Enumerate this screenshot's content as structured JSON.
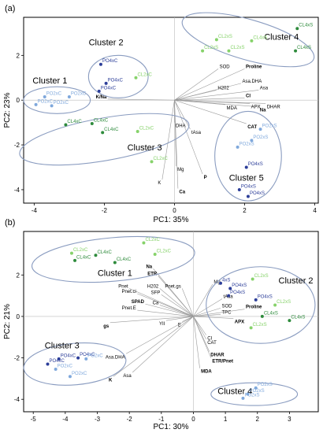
{
  "colors": {
    "dark_green": "#2e8b3c",
    "light_green": "#86d26a",
    "dark_blue": "#2c3e99",
    "light_blue": "#7fa8dc",
    "ellipse": "#8a9cc0",
    "loading": "#9a9a9a"
  },
  "chart_data": [
    {
      "type": "scatter",
      "panel_label": "(a)",
      "xlabel": "PC1: 35%",
      "ylabel": "PC2: 23%",
      "xlim": [
        -4.3,
        4.1
      ],
      "ylim": [
        -4.6,
        3.7
      ],
      "xticks": [
        -4,
        -2,
        0,
        2,
        4
      ],
      "yticks": [
        -4,
        -2,
        0,
        2
      ],
      "grid": false,
      "points": [
        {
          "x": 3.5,
          "y": 3.2,
          "label": "CL4xS",
          "color": "dark_green"
        },
        {
          "x": 3.45,
          "y": 2.2,
          "label": "CL4xS",
          "color": "dark_green"
        },
        {
          "x": 2.2,
          "y": 2.65,
          "label": "CL4xS",
          "color": "light_green"
        },
        {
          "x": 1.2,
          "y": 2.7,
          "label": "CL2xS",
          "color": "light_green"
        },
        {
          "x": 1.55,
          "y": 2.2,
          "label": "CL2xS",
          "color": "light_green"
        },
        {
          "x": 0.8,
          "y": 2.2,
          "label": "CL2xS",
          "color": "light_green"
        },
        {
          "x": -2.1,
          "y": 1.6,
          "label": "PO4xC",
          "color": "dark_blue"
        },
        {
          "x": -1.95,
          "y": 0.75,
          "label": "PO4xC",
          "color": "dark_blue"
        },
        {
          "x": -2.15,
          "y": 0.4,
          "label": "PO4xC",
          "color": "dark_blue"
        },
        {
          "x": -1.1,
          "y": 1.0,
          "label": "CL2xC",
          "color": "light_green"
        },
        {
          "x": -3.7,
          "y": 0.15,
          "label": "PO2xC",
          "color": "light_blue"
        },
        {
          "x": -3.95,
          "y": -0.2,
          "label": "PO2xC",
          "color": "light_blue"
        },
        {
          "x": -3.5,
          "y": -0.25,
          "label": "PO2xC",
          "color": "light_blue"
        },
        {
          "x": -3.0,
          "y": 0.15,
          "label": "PO2xC",
          "color": "light_blue"
        },
        {
          "x": -3.1,
          "y": -1.1,
          "label": "CL4xC",
          "color": "dark_green"
        },
        {
          "x": -2.35,
          "y": -1.05,
          "label": "CL4xC",
          "color": "dark_green"
        },
        {
          "x": -2.05,
          "y": -1.45,
          "label": "CL4xC",
          "color": "dark_green"
        },
        {
          "x": -1.05,
          "y": -1.4,
          "label": "CL2xC",
          "color": "light_green"
        },
        {
          "x": -0.65,
          "y": -2.75,
          "label": "CL2xC",
          "color": "light_green"
        },
        {
          "x": 2.45,
          "y": -1.3,
          "label": "PO2xS",
          "color": "light_blue"
        },
        {
          "x": 2.2,
          "y": -1.8,
          "label": "PO2xS",
          "color": "light_blue"
        },
        {
          "x": 1.8,
          "y": -2.1,
          "label": "PO2xS",
          "color": "light_blue"
        },
        {
          "x": 2.05,
          "y": -3.0,
          "label": "PO4xS",
          "color": "dark_blue"
        },
        {
          "x": 2.1,
          "y": -4.3,
          "label": "PO4xS",
          "color": "dark_blue"
        },
        {
          "x": 1.85,
          "y": -4.0,
          "label": "PO4xS",
          "color": "dark_blue"
        }
      ],
      "loadings": [
        {
          "x": 1.25,
          "y": 1.4,
          "label": "SOD",
          "bold": false
        },
        {
          "x": 2.0,
          "y": 1.4,
          "label": "Proline",
          "bold": true
        },
        {
          "x": 1.9,
          "y": 0.75,
          "label": "Asa.DHA",
          "bold": false
        },
        {
          "x": 2.4,
          "y": 0.45,
          "label": "Asa",
          "bold": false
        },
        {
          "x": 1.2,
          "y": 0.45,
          "label": "H202",
          "bold": false
        },
        {
          "x": 2.0,
          "y": 0.1,
          "label": "CI",
          "bold": true
        },
        {
          "x": 2.15,
          "y": -0.15,
          "label": "APX",
          "bold": false
        },
        {
          "x": 1.45,
          "y": -0.2,
          "label": "MDA",
          "bold": false
        },
        {
          "x": 2.4,
          "y": -0.3,
          "label": "Na",
          "bold": true
        },
        {
          "x": 2.6,
          "y": -0.15,
          "label": "DHAR",
          "bold": false
        },
        {
          "x": 2.05,
          "y": -1.05,
          "label": "CAT",
          "bold": true
        },
        {
          "x": -1.9,
          "y": 0.05,
          "label": "K/Na",
          "bold": true
        },
        {
          "x": 0.0,
          "y": -1.0,
          "label": "DHA",
          "bold": false
        },
        {
          "x": 0.45,
          "y": -1.3,
          "label": "tAsa",
          "bold": false
        },
        {
          "x": 0.05,
          "y": -2.95,
          "label": "Mg",
          "bold": false
        },
        {
          "x": 0.8,
          "y": -3.3,
          "label": "P",
          "bold": true
        },
        {
          "x": -0.35,
          "y": -3.55,
          "label": "K",
          "bold": false
        },
        {
          "x": 0.1,
          "y": -3.95,
          "label": "Ca",
          "bold": true
        }
      ],
      "clusters": [
        {
          "name": "Cluster 1",
          "cx": -3.35,
          "cy": 0.0,
          "rx": 0.95,
          "ry": 0.6,
          "rot": 0,
          "lx": -3.55,
          "ly": 0.75
        },
        {
          "name": "Cluster 2",
          "cx": -1.6,
          "cy": 1.05,
          "rx": 0.85,
          "ry": 0.95,
          "rot": 0,
          "lx": -1.95,
          "ly": 2.45
        },
        {
          "name": "Cluster 3",
          "cx": -2.0,
          "cy": -1.75,
          "rx": 2.45,
          "ry": 0.95,
          "rot": -10,
          "lx": -0.85,
          "ly": -2.25
        },
        {
          "name": "Cluster 4",
          "cx": 2.1,
          "cy": 2.7,
          "rx": 1.95,
          "ry": 0.9,
          "rot": 16,
          "lx": 3.05,
          "ly": 2.7
        },
        {
          "name": "Cluster 5",
          "cx": 2.1,
          "cy": -2.5,
          "rx": 0.95,
          "ry": 2.0,
          "rot": 0,
          "lx": 2.05,
          "ly": -3.6
        }
      ]
    },
    {
      "type": "scatter",
      "panel_label": "(b)",
      "xlabel": "PC1: 30%",
      "ylabel": "PC2: 21%",
      "xlim": [
        -5.3,
        3.9
      ],
      "ylim": [
        -4.6,
        4.1
      ],
      "xticks": [
        -5,
        -4,
        -3,
        -2,
        -1,
        0,
        1,
        2,
        3
      ],
      "yticks": [
        -4,
        -2,
        0,
        2
      ],
      "grid": false,
      "points": [
        {
          "x": -1.55,
          "y": 3.55,
          "label": "CL2xC",
          "color": "light_green"
        },
        {
          "x": -3.8,
          "y": 3.05,
          "label": "CL2xC",
          "color": "light_green"
        },
        {
          "x": -1.2,
          "y": 3.0,
          "label": "CL2xC",
          "color": "light_green"
        },
        {
          "x": -3.05,
          "y": 2.95,
          "label": "CL4xC",
          "color": "dark_green"
        },
        {
          "x": -3.7,
          "y": 2.7,
          "label": "CL4xC",
          "color": "dark_green"
        },
        {
          "x": -2.45,
          "y": 2.6,
          "label": "CL4xC",
          "color": "dark_green"
        },
        {
          "x": 1.85,
          "y": 1.8,
          "label": "CL2xS",
          "color": "light_green"
        },
        {
          "x": 0.85,
          "y": 1.6,
          "label": "4xS",
          "color": "dark_blue"
        },
        {
          "x": 1.15,
          "y": 1.35,
          "label": "PO4xS",
          "color": "dark_blue"
        },
        {
          "x": 1.1,
          "y": 1.0,
          "label": "PO4xS",
          "color": "dark_blue"
        },
        {
          "x": 1.95,
          "y": 0.8,
          "label": "PO4xS",
          "color": "dark_blue"
        },
        {
          "x": 2.55,
          "y": 0.55,
          "label": "CL2xS",
          "color": "light_green"
        },
        {
          "x": 2.15,
          "y": 0.0,
          "label": "CL4xS",
          "color": "dark_green"
        },
        {
          "x": 3.0,
          "y": -0.2,
          "label": "CL4xS",
          "color": "dark_green"
        },
        {
          "x": 1.8,
          "y": -0.55,
          "label": "CL2xS",
          "color": "light_green"
        },
        {
          "x": -4.2,
          "y": -2.05,
          "label": "PO4xC",
          "color": "dark_blue"
        },
        {
          "x": -3.6,
          "y": -2.0,
          "label": "PO4xC",
          "color": "dark_blue"
        },
        {
          "x": -4.55,
          "y": -2.3,
          "label": "PO4xC",
          "color": "dark_blue"
        },
        {
          "x": -3.35,
          "y": -2.05,
          "label": "PO2xC",
          "color": "light_blue"
        },
        {
          "x": -4.3,
          "y": -2.55,
          "label": "PO2xC",
          "color": "light_blue"
        },
        {
          "x": -3.85,
          "y": -2.9,
          "label": "PO2xC",
          "color": "light_blue"
        },
        {
          "x": 1.95,
          "y": -3.45,
          "label": "PO2xS",
          "color": "light_blue"
        },
        {
          "x": 1.7,
          "y": -3.75,
          "label": "PO2xS",
          "color": "light_blue"
        },
        {
          "x": 1.55,
          "y": -3.95,
          "label": "PO2xS",
          "color": "light_blue"
        }
      ],
      "loadings": [
        {
          "x": -1.25,
          "y": 2.3,
          "label": "Na",
          "bold": true
        },
        {
          "x": -1.1,
          "y": 1.95,
          "label": "ETR",
          "bold": true
        },
        {
          "x": -2.0,
          "y": 1.35,
          "label": "Pnet",
          "bold": false
        },
        {
          "x": -1.75,
          "y": 1.1,
          "label": "Pnet.ci",
          "bold": false
        },
        {
          "x": -1.05,
          "y": 1.35,
          "label": "H202",
          "bold": false
        },
        {
          "x": -0.35,
          "y": 1.35,
          "label": "Pnet.gs",
          "bold": false
        },
        {
          "x": -1.0,
          "y": 1.05,
          "label": "SFP",
          "bold": false
        },
        {
          "x": -1.5,
          "y": 0.6,
          "label": "SPAD",
          "bold": true
        },
        {
          "x": -1.05,
          "y": 0.55,
          "label": "Ca",
          "bold": false
        },
        {
          "x": -1.75,
          "y": 0.3,
          "label": "Pnet.E",
          "bold": false
        },
        {
          "x": -2.6,
          "y": -0.3,
          "label": "gs",
          "bold": true
        },
        {
          "x": -0.85,
          "y": -0.2,
          "label": "YII",
          "bold": false
        },
        {
          "x": -0.35,
          "y": -0.25,
          "label": "E",
          "bold": false
        },
        {
          "x": 0.6,
          "y": 1.55,
          "label": "Mg",
          "bold": false
        },
        {
          "x": 0.9,
          "y": 0.85,
          "label": "tAsa",
          "bold": false
        },
        {
          "x": 0.85,
          "y": 0.4,
          "label": "SOD",
          "bold": false
        },
        {
          "x": 0.85,
          "y": 0.1,
          "label": "TPC",
          "bold": false
        },
        {
          "x": 1.6,
          "y": 0.35,
          "label": "Proline",
          "bold": true
        },
        {
          "x": 1.25,
          "y": -0.1,
          "label": "APX",
          "bold": true
        },
        {
          "x": 0.4,
          "y": -0.9,
          "label": "CI",
          "bold": false
        },
        {
          "x": 0.4,
          "y": -1.1,
          "label": "CAT",
          "bold": false
        },
        {
          "x": 0.5,
          "y": -1.7,
          "label": "DHAR",
          "bold": true
        },
        {
          "x": 0.55,
          "y": -2.0,
          "label": "ETR/Pnet",
          "bold": true
        },
        {
          "x": 0.2,
          "y": -2.5,
          "label": "MDA",
          "bold": true
        },
        {
          "x": -2.1,
          "y": -1.8,
          "label": "Asa.DHA",
          "bold": false
        },
        {
          "x": -1.9,
          "y": -2.7,
          "label": "Asa",
          "bold": false
        },
        {
          "x": -2.5,
          "y": -2.9,
          "label": "K",
          "bold": true
        }
      ],
      "clusters": [
        {
          "name": "Cluster 1",
          "cx": -2.5,
          "cy": 2.75,
          "rx": 2.55,
          "ry": 1.05,
          "rot": -5,
          "lx": -2.45,
          "ly": 1.95
        },
        {
          "name": "Cluster 2",
          "cx": 2.1,
          "cy": 0.55,
          "rx": 1.7,
          "ry": 1.85,
          "rot": 0,
          "lx": 3.2,
          "ly": 1.6
        },
        {
          "name": "Cluster 3",
          "cx": -3.7,
          "cy": -2.3,
          "rx": 1.6,
          "ry": 1.0,
          "rot": -5,
          "lx": -4.1,
          "ly": -1.55
        },
        {
          "name": "Cluster 4",
          "cx": 1.9,
          "cy": -3.75,
          "rx": 1.35,
          "ry": 0.55,
          "rot": 0,
          "lx": 1.3,
          "ly": -3.75
        }
      ]
    }
  ]
}
